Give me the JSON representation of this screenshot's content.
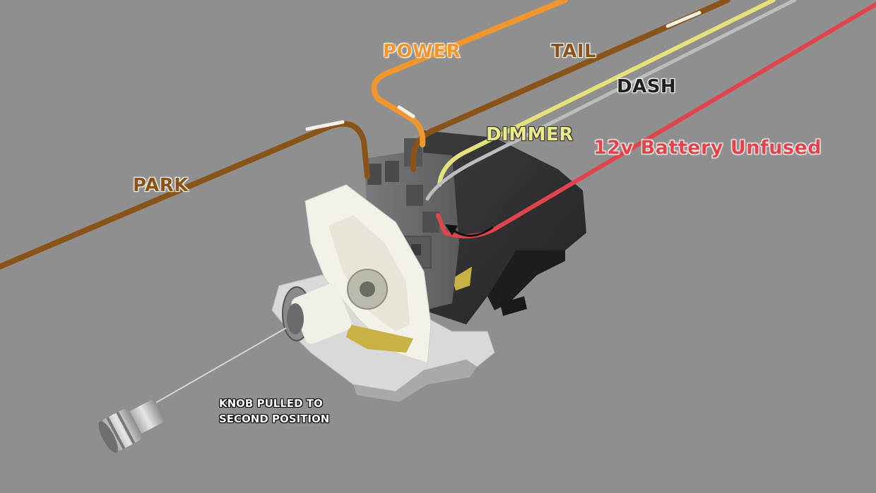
{
  "labels": {
    "power": "POWER",
    "tail": "TAIL",
    "dash": "DASH",
    "dimmer": "DIMMER",
    "battery": "12v Battery Unfused",
    "park": "PARK"
  },
  "caption": {
    "line1": "KNOB PULLED TO",
    "line2": "SECOND POSITION"
  },
  "colors": {
    "background": "#8f8f90",
    "park_wire": "#8a5418",
    "tail_wire": "#8a5418",
    "power_wire": "#f0962e",
    "dimmer_wire": "#e6e27a",
    "dash_wire": "#bdbdbd",
    "battery_wire": "#e2444c",
    "switch_housing": "#2f2f31",
    "switch_body": "#6e6e70",
    "knob_assembly": "#f3f1e8",
    "base_plate": "#d8d8d8",
    "contact": "#c9b244"
  },
  "icons": {
    "current_flow": "curved-arrow-icon"
  }
}
